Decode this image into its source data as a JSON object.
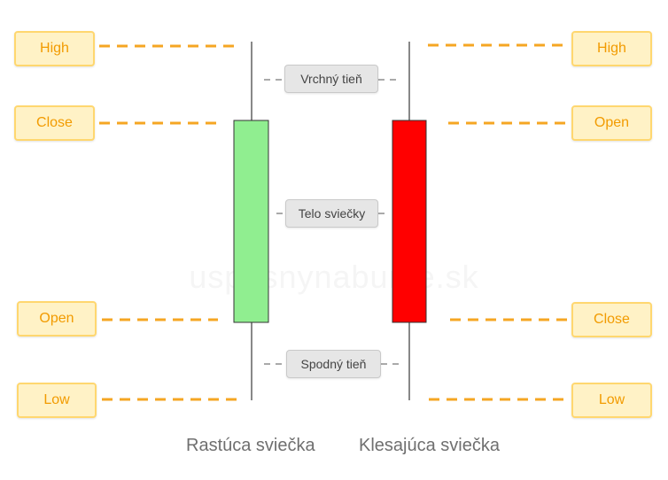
{
  "watermark": "uspesnynaburze.sk",
  "rising_candle": {
    "caption": "Rastúca sviečka",
    "labels": {
      "high": "High",
      "close": "Close",
      "open": "Open",
      "low": "Low"
    },
    "body_color": "#90ee90"
  },
  "falling_candle": {
    "caption": "Klesajúca sviečka",
    "labels": {
      "high": "High",
      "open": "Open",
      "close": "Close",
      "low": "Low"
    },
    "body_color": "#ff0000"
  },
  "annotations": {
    "upper_shadow": "Vrchný tieň",
    "body": "Telo sviečky",
    "lower_shadow": "Spodný tieň"
  },
  "colors": {
    "label_fill": "#fff2c6",
    "label_border": "#ffd76f",
    "label_text": "#f29b00",
    "dash": "#f5a623"
  }
}
